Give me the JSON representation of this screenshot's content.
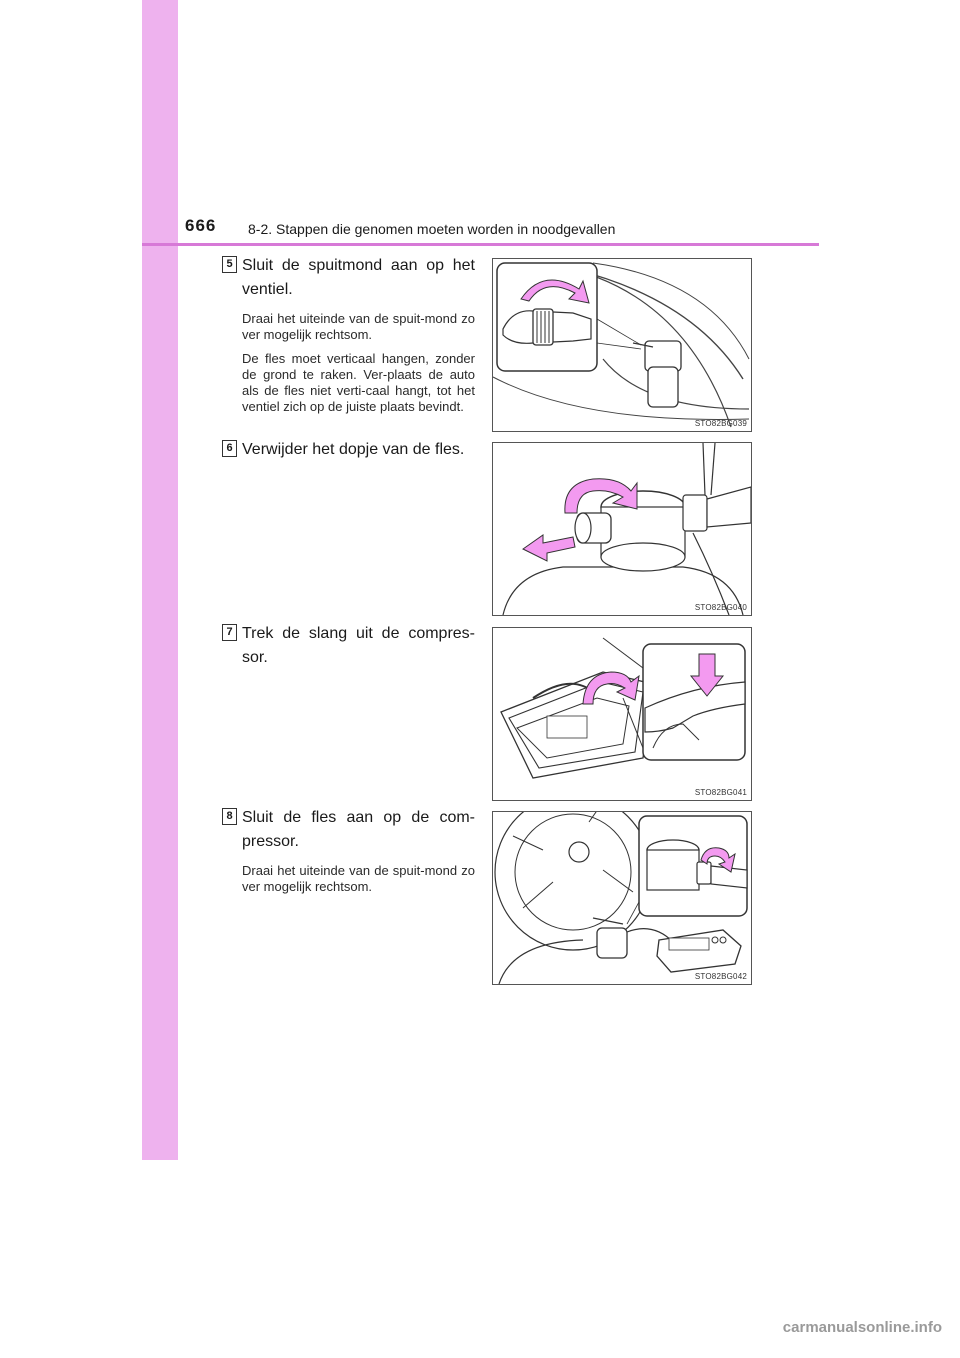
{
  "header": {
    "page_number": "666",
    "section_title": "8-2. Stappen die genomen moeten worden in noodgevallen"
  },
  "steps": [
    {
      "number": "5",
      "title": "Sluit de spuitmond aan op het ventiel.",
      "paragraphs": [
        "Draai het uiteinde van de spuit-mond zo ver mogelijk rechtsom.",
        "De fles moet verticaal hangen, zonder de grond te raken. Ver-plaats de auto als de fles niet verti-caal hangt, tot het ventiel zich op de juiste plaats bevindt."
      ],
      "figure_code": "STO82BG039"
    },
    {
      "number": "6",
      "title": "Verwijder het dopje van de fles.",
      "paragraphs": [],
      "figure_code": "STO82BG040"
    },
    {
      "number": "7",
      "title": "Trek de slang uit de compres-sor.",
      "paragraphs": [],
      "figure_code": "STO82BG041"
    },
    {
      "number": "8",
      "title": "Sluit de fles aan op de com-pressor.",
      "paragraphs": [
        "Draai het uiteinde van de spuit-mond zo ver mogelijk rechtsom."
      ],
      "figure_code": "STO82BG042"
    }
  ],
  "watermark": "carmanualsonline.info",
  "colors": {
    "sidebar": "#eeb2ee",
    "header_rule": "#d779d7",
    "arrow_fill": "#f39af0"
  }
}
